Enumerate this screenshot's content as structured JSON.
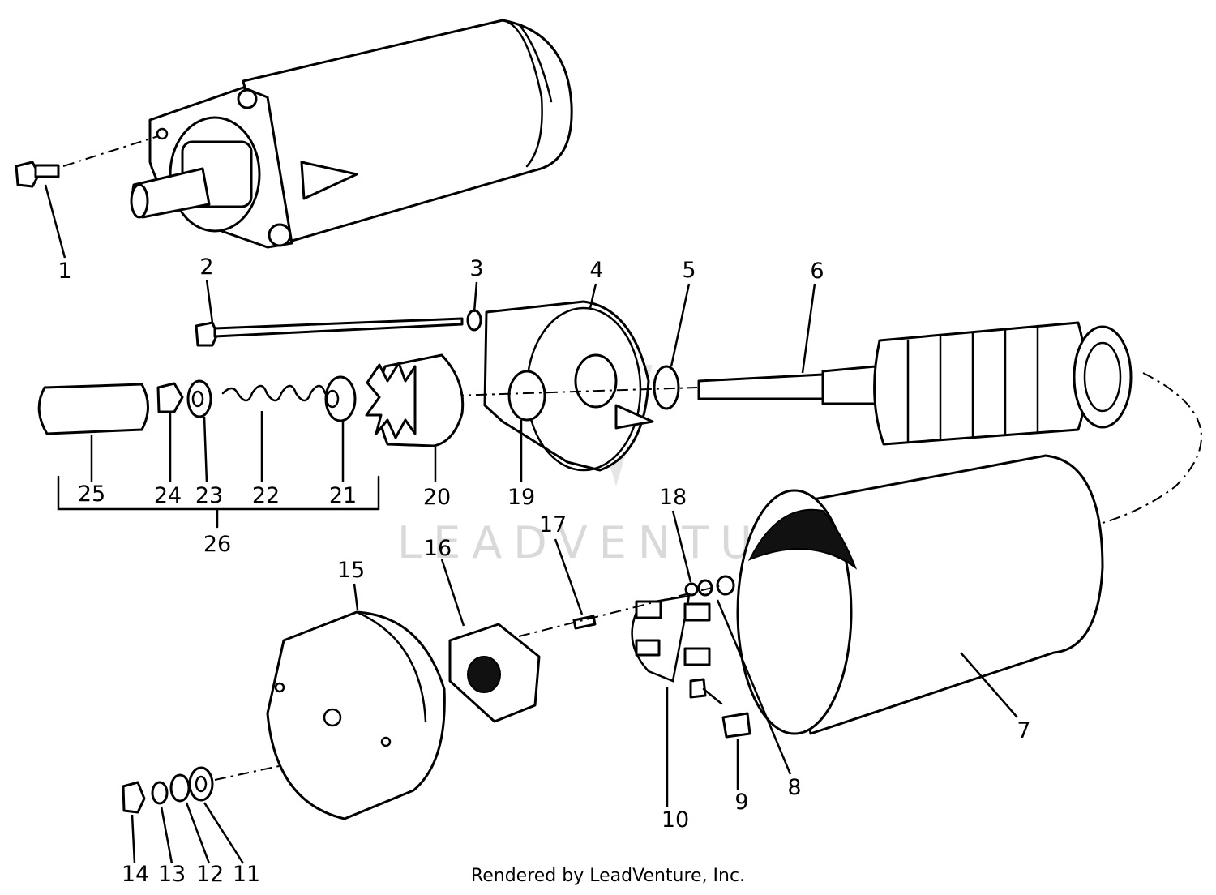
{
  "watermark": "LEADVENTURE",
  "footer_text": "Rendered by LeadVenture, Inc.",
  "callouts": [
    "1",
    "2",
    "3",
    "4",
    "5",
    "6",
    "7",
    "8",
    "9",
    "10",
    "11",
    "12",
    "13",
    "14",
    "15",
    "16",
    "17",
    "18",
    "19",
    "20",
    "21",
    "22",
    "23",
    "24",
    "25",
    "26"
  ],
  "colors": {
    "ink": "#000000",
    "paper": "#ffffff",
    "watermark": "#d9d9d9"
  }
}
